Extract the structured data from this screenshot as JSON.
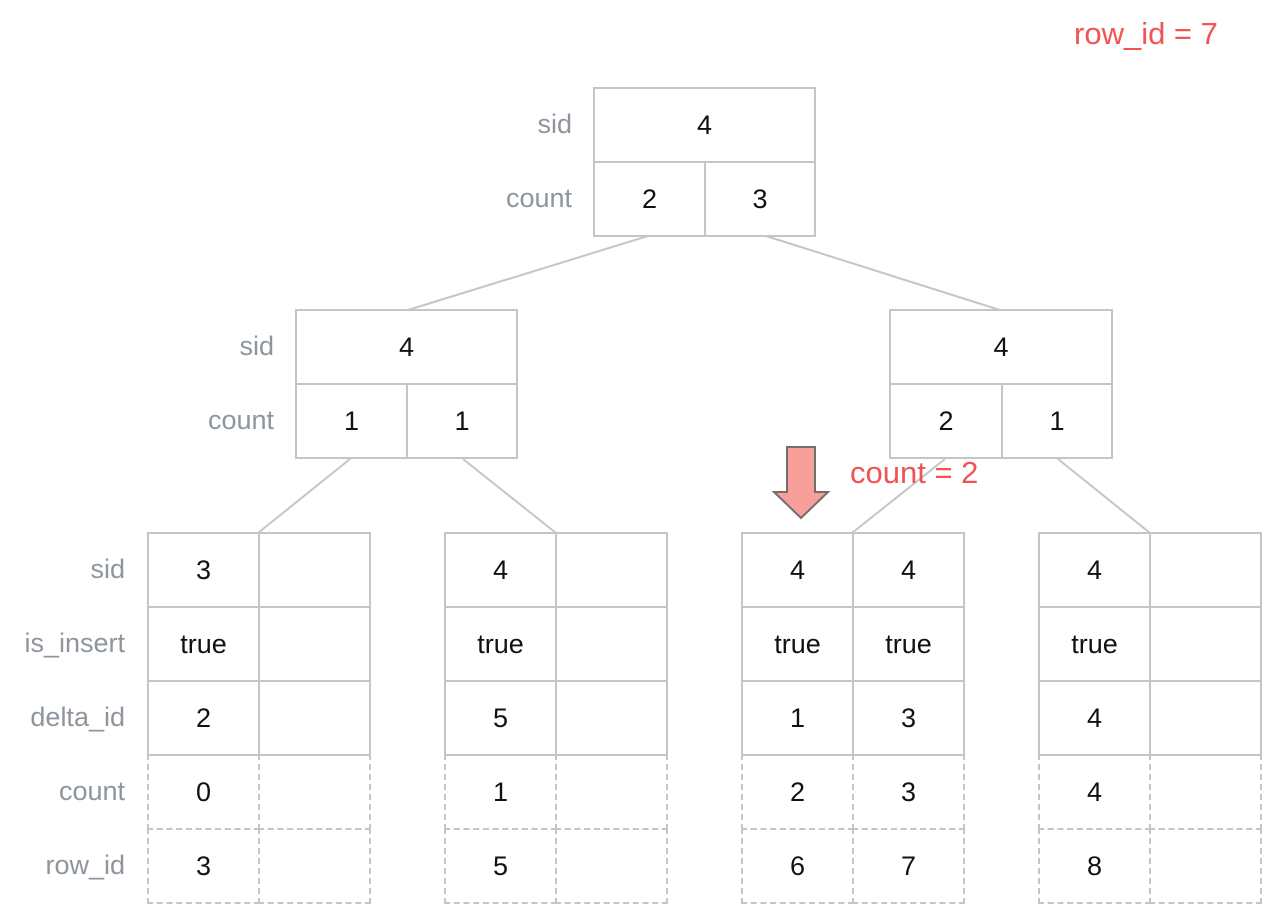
{
  "annotations": {
    "row_id_target": "row_id = 7",
    "count_hint": "count = 2"
  },
  "root": {
    "sid_label": "sid",
    "count_label": "count",
    "sid": "4",
    "counts": [
      "2",
      "3"
    ]
  },
  "internal": [
    {
      "sid_label": "sid",
      "count_label": "count",
      "sid": "4",
      "counts": [
        "1",
        "1"
      ]
    },
    {
      "sid_label": "",
      "count_label": "",
      "sid": "4",
      "counts": [
        "2",
        "1"
      ]
    }
  ],
  "leaf_row_labels": [
    "sid",
    "is_insert",
    "delta_id",
    "count",
    "row_id"
  ],
  "leaves": [
    {
      "cols": [
        {
          "sid": "3",
          "is_insert": "true",
          "delta_id": "2",
          "count": "0",
          "row_id": "3"
        },
        {
          "sid": "",
          "is_insert": "",
          "delta_id": "",
          "count": "",
          "row_id": ""
        }
      ]
    },
    {
      "cols": [
        {
          "sid": "4",
          "is_insert": "true",
          "delta_id": "5",
          "count": "1",
          "row_id": "5"
        },
        {
          "sid": "",
          "is_insert": "",
          "delta_id": "",
          "count": "",
          "row_id": ""
        }
      ]
    },
    {
      "cols": [
        {
          "sid": "4",
          "is_insert": "true",
          "delta_id": "1",
          "count": "2",
          "row_id": "6"
        },
        {
          "sid": "4",
          "is_insert": "true",
          "delta_id": "3",
          "count": "3",
          "row_id": "7"
        }
      ]
    },
    {
      "cols": [
        {
          "sid": "4",
          "is_insert": "true",
          "delta_id": "4",
          "count": "4",
          "row_id": "8"
        },
        {
          "sid": "",
          "is_insert": "",
          "delta_id": "",
          "count": "",
          "row_id": ""
        }
      ]
    }
  ],
  "colors": {
    "highlight_arrow_fill": "#f7a09a",
    "highlight_arrow_stroke": "#6f6f6f",
    "annotation_text": "#f05454",
    "edge": "#c2c5c9",
    "label_text": "#8e959d"
  }
}
